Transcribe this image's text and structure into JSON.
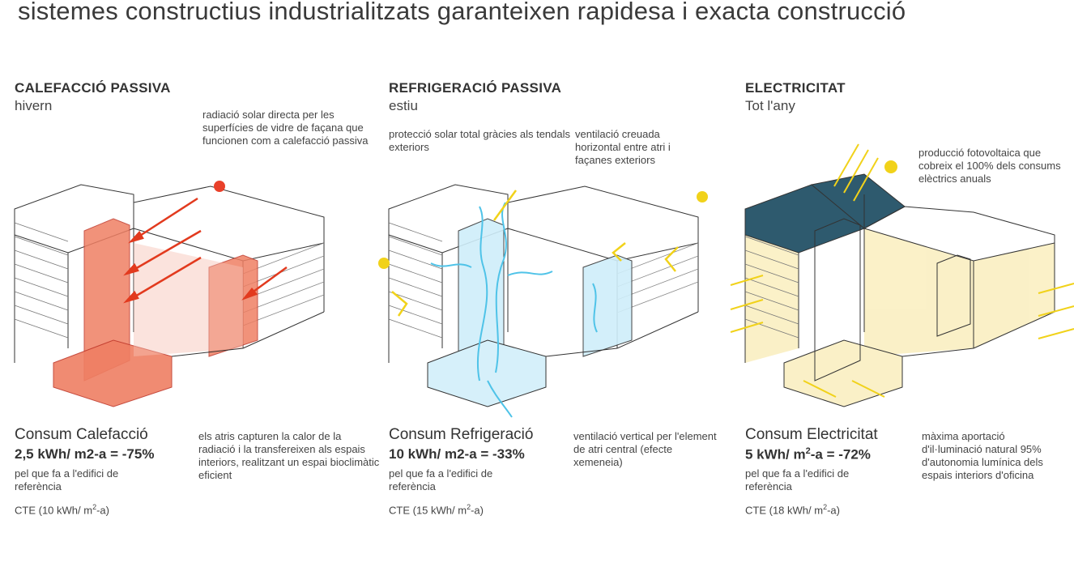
{
  "headline": "sistemes constructius industrialitzats garanteixen rapidesa i exacta construcció",
  "colors": {
    "heat": "#e9573a",
    "cool": "#4fc3e8",
    "sun": "#f1d21a",
    "roof": "#2e5a6e",
    "line": "#333333"
  },
  "panels": [
    {
      "title": "CALEFACCIÓ PASSIVA",
      "subtitle": "hivern",
      "note1": "radiació solar directa per les superfícies de vidre de façana que funcionen com a calefacció passiva",
      "consumption": {
        "label": "Consum Calefacció",
        "value_main": "2,5 kWh/ m2-a = -75%",
        "desc": "pel que fa a l'edifici de referència",
        "cte_pre": "CTE (10 kWh/ m",
        "cte_sup": "2",
        "cte_post": "-a)"
      },
      "note2": "els atris capturen la calor de la radiació i la transfereixen als espais interiors, realitzant un espai bioclimàtic eficient"
    },
    {
      "title": "REFRIGERACIÓ PASSIVA",
      "subtitle": "estiu",
      "note1": "protecció solar total gràcies als tendals exteriors",
      "note1b": "ventilació creuada horizontal entre atri i façanes exteriors",
      "consumption": {
        "label": "Consum Refrigeració",
        "value_main": "10 kWh/ m2-a = -33%",
        "desc": "pel que fa a l'edifici de referència",
        "cte_pre": "CTE (15 kWh/ m",
        "cte_sup": "2",
        "cte_post": "-a)"
      },
      "note2": "ventilació vertical per l'element de atri central (efecte xemeneia)"
    },
    {
      "title": "ELECTRICITAT",
      "subtitle": "Tot l'any",
      "note1": "producció fotovoltaica que cobreix el 100% dels consums elèctrics anuals",
      "consumption": {
        "label": "Consum Electricitat",
        "value_pre": "5 kWh/ m",
        "value_sup": "2",
        "value_post": "-a = -72%",
        "desc": "pel que fa a l'edifici de referència",
        "cte_pre": "CTE (18 kWh/ m",
        "cte_sup": "2",
        "cte_post": "-a)"
      },
      "note2": "màxima aportació d'il·luminació natural 95% d'autonomia lumínica dels espais interiors d'oficina"
    }
  ]
}
